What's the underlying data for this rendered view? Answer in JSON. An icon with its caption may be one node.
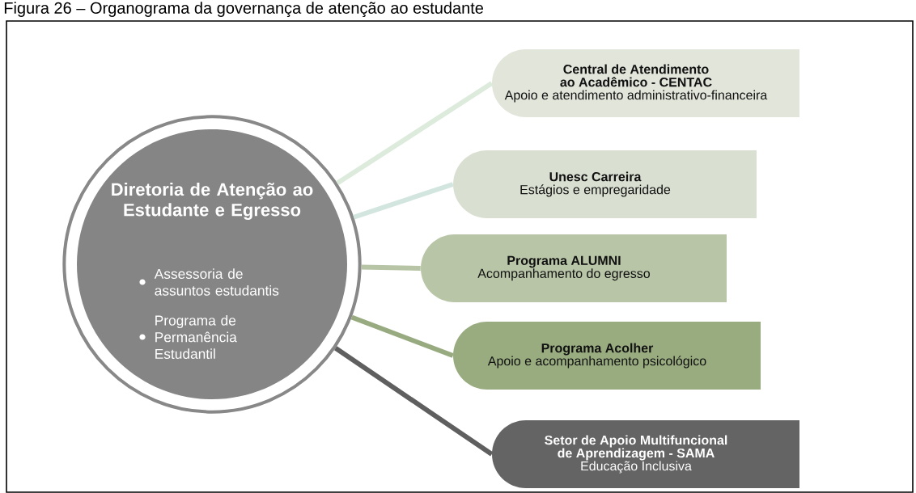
{
  "diagram": {
    "title": "Figura 26 – Organograma da governança de atenção ao estudante",
    "nodes": [
      {
        "text": [
          "Diretoria de Atenção ao Estudante e Egresso",
          "Assessoria de assuntos estudantis",
          "Programa de Permanência Estudantil"
        ]
      },
      {
        "text": [
          "Central de Atendimento ao Acadêmico - CENTAC",
          "Apoio e atendimento administrativo-financeira"
        ]
      },
      {
        "text": [
          "Unesc Carreira",
          "Estágios e empregaridade"
        ]
      },
      {
        "text": [
          "Programa ALUMNI",
          "Acompanhamento do egresso"
        ]
      },
      {
        "text": [
          "Programa Acolher",
          "Apoio e acompanhamento psicológico"
        ]
      },
      {
        "text": [
          "Setor de Apoio Multifuncional de Aprendizagem - SAMA",
          "Educação Inclusiva"
        ]
      }
    ],
    "edges": [
      {
        "from": 0,
        "to": 1,
        "arrow": "none",
        "color": "#dcebdc"
      },
      {
        "from": 0,
        "to": 2,
        "arrow": "none",
        "color": "#d3e5df"
      },
      {
        "from": 0,
        "to": 3,
        "arrow": "none",
        "color": "#b7c5a6"
      },
      {
        "from": 0,
        "to": 4,
        "arrow": "none",
        "color": "#98ab80"
      },
      {
        "from": 0,
        "to": 5,
        "arrow": "none",
        "color": "#5f5f5f"
      }
    ]
  }
}
